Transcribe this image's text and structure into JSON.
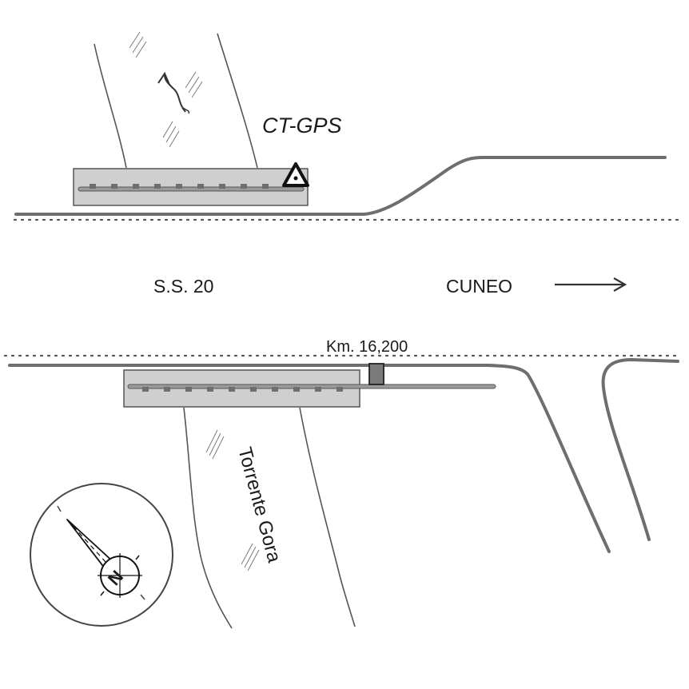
{
  "labels": {
    "station": "CT-GPS",
    "road": "S.S. 20",
    "direction": "CUNEO",
    "km_marker": "Km. 16,200",
    "river": "Torrente Gora"
  },
  "compass": {
    "north_letter": "N"
  },
  "colors": {
    "road": "#6e6e6e",
    "bridge_fill": "#cfcfcf",
    "bridge_stroke": "#555555",
    "marker_fill": "#7a7a7a",
    "line": "#555555"
  },
  "icons": [
    "gps-station-icon",
    "flow-arrow-icon",
    "direction-arrow-icon",
    "compass-rose-icon"
  ]
}
